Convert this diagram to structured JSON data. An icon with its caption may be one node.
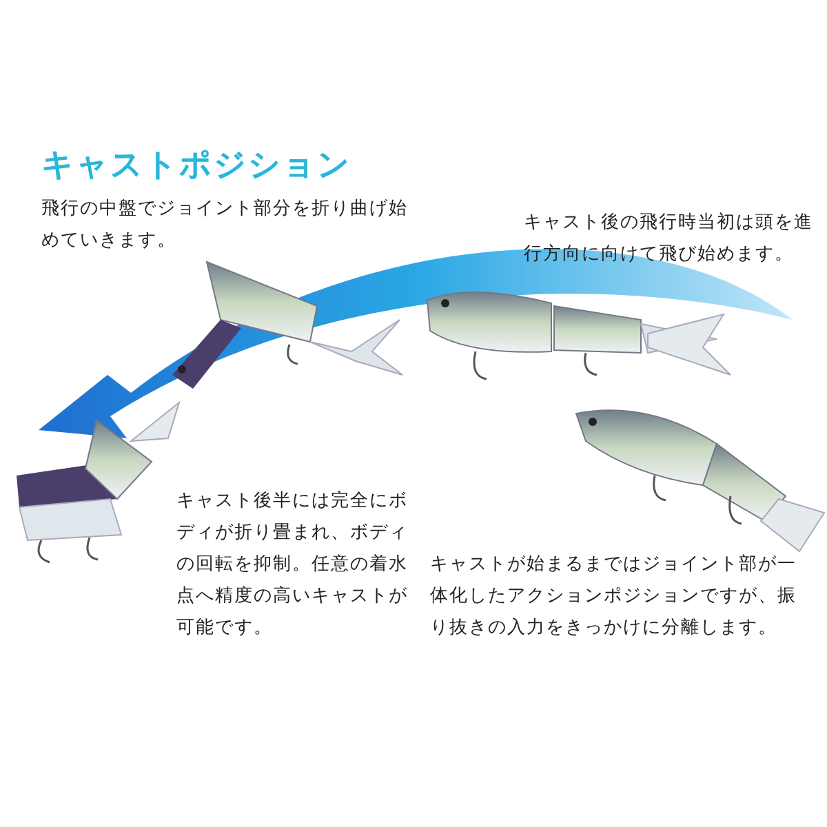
{
  "diagram": {
    "title": "キャストポジション",
    "labels": [
      "飛行の中盤でジョイント部分を折り曲げ始めていきます。",
      "キャスト後の飛行時当初は頭を進行方向に向けて飛び始めます。",
      "キャスト後半には完全にボディが折り畳まれ、ボディの回転を抑制。任意の着水点へ精度の高いキャストが可能です。",
      "キャストが始まるまではジョイント部が一体化したアクションポジションですが、振り抜きの入力をきっかけに分離します。"
    ]
  }
}
